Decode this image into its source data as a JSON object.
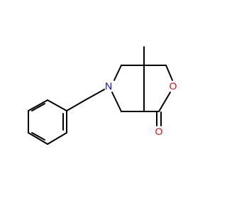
{
  "molecule": {
    "atoms": [
      {
        "id": "N",
        "symbol": "N",
        "color": "#0000ff"
      },
      {
        "id": "O_ring",
        "symbol": "O",
        "color": "#ff0000"
      },
      {
        "id": "O_carbonyl",
        "symbol": "O",
        "color": "#ff0000"
      }
    ],
    "methyl_label": "",
    "bond_color": "#000000"
  }
}
